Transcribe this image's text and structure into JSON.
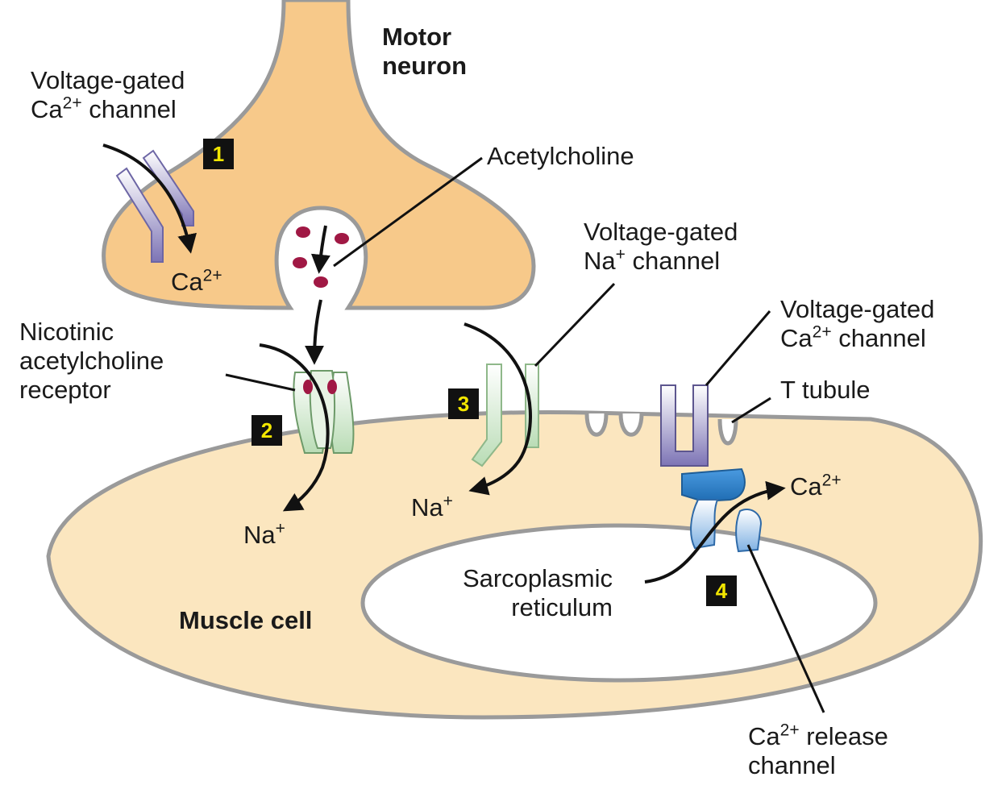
{
  "labels": {
    "motor_neuron_1": "Motor",
    "motor_neuron_2": "neuron",
    "vg_ca_top_1": "Voltage-gated",
    "vg_ca_top_2a": "Ca",
    "vg_ca_top_2sup": "2+",
    "vg_ca_top_2b": " channel",
    "ca_inside_a": "Ca",
    "ca_inside_sup": "2+",
    "acetylcholine": "Acetylcholine",
    "vg_na_1": "Voltage-gated",
    "vg_na_2a": "Na",
    "vg_na_2sup": "+",
    "vg_na_2b": " channel",
    "vg_ca_right_1": "Voltage-gated",
    "vg_ca_right_2a": "Ca",
    "vg_ca_right_2sup": "2+",
    "vg_ca_right_2b": " channel",
    "t_tubule": "T tubule",
    "nicotinic_1": "Nicotinic",
    "nicotinic_2": "acetylcholine",
    "nicotinic_3": "receptor",
    "na_left_a": "Na",
    "na_left_sup": "+",
    "na_mid_a": "Na",
    "na_mid_sup": "+",
    "ca_released_a": "Ca",
    "ca_released_sup": "2+",
    "sr_1": "Sarcoplasmic",
    "sr_2": "reticulum",
    "muscle_cell": "Muscle cell",
    "release_1a": "Ca",
    "release_1sup": "2+",
    "release_1b": " release",
    "release_2": "channel"
  },
  "steps": [
    "1",
    "2",
    "3",
    "4"
  ],
  "colors": {
    "neuron_fill": "#f7c98a",
    "muscle_fill": "#fbe6bf",
    "membrane": "#9a9a9a",
    "ca_channel": "#8c84bd",
    "ach_receptor": "#a9d3a6",
    "na_channel": "#cde6c9",
    "ryr": "#2f7fc4",
    "vesicle_dots": "#a01844",
    "step_box": "#111111",
    "step_text": "#f2e600"
  }
}
